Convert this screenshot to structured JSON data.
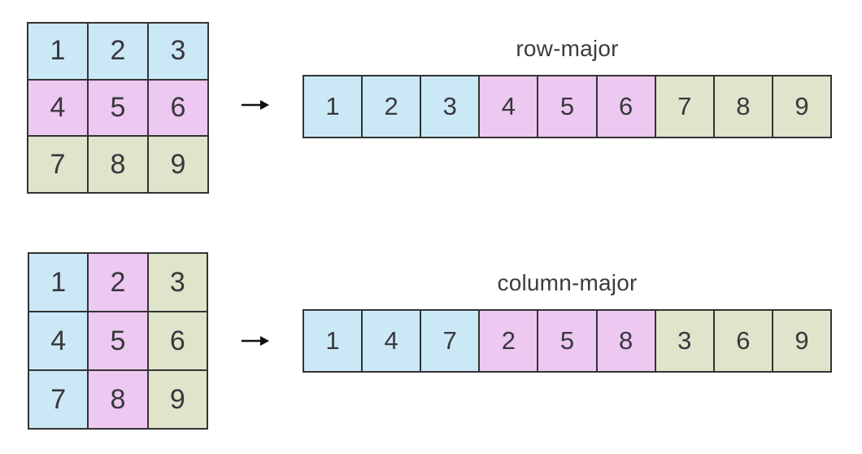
{
  "colors": {
    "blue": "#cbe8f7",
    "pink": "#edc8f1",
    "green": "#dfe4ca",
    "border": "#333333",
    "text": "#38383c",
    "arrow": "#111111",
    "background": "#ffffff"
  },
  "icons": {
    "right_arrow": "→"
  },
  "sections": [
    {
      "title": "row-major",
      "grid": {
        "rows": [
          [
            {
              "v": "1",
              "c": "blue"
            },
            {
              "v": "2",
              "c": "blue"
            },
            {
              "v": "3",
              "c": "blue"
            }
          ],
          [
            {
              "v": "4",
              "c": "pink"
            },
            {
              "v": "5",
              "c": "pink"
            },
            {
              "v": "6",
              "c": "pink"
            }
          ],
          [
            {
              "v": "7",
              "c": "green"
            },
            {
              "v": "8",
              "c": "green"
            },
            {
              "v": "9",
              "c": "green"
            }
          ]
        ]
      },
      "strip": [
        {
          "v": "1",
          "c": "blue"
        },
        {
          "v": "2",
          "c": "blue"
        },
        {
          "v": "3",
          "c": "blue"
        },
        {
          "v": "4",
          "c": "pink"
        },
        {
          "v": "5",
          "c": "pink"
        },
        {
          "v": "6",
          "c": "pink"
        },
        {
          "v": "7",
          "c": "green"
        },
        {
          "v": "8",
          "c": "green"
        },
        {
          "v": "9",
          "c": "green"
        }
      ]
    },
    {
      "title": "column-major",
      "grid": {
        "rows": [
          [
            {
              "v": "1",
              "c": "blue"
            },
            {
              "v": "2",
              "c": "pink"
            },
            {
              "v": "3",
              "c": "green"
            }
          ],
          [
            {
              "v": "4",
              "c": "blue"
            },
            {
              "v": "5",
              "c": "pink"
            },
            {
              "v": "6",
              "c": "green"
            }
          ],
          [
            {
              "v": "7",
              "c": "blue"
            },
            {
              "v": "8",
              "c": "pink"
            },
            {
              "v": "9",
              "c": "green"
            }
          ]
        ]
      },
      "strip": [
        {
          "v": "1",
          "c": "blue"
        },
        {
          "v": "4",
          "c": "blue"
        },
        {
          "v": "7",
          "c": "blue"
        },
        {
          "v": "2",
          "c": "pink"
        },
        {
          "v": "5",
          "c": "pink"
        },
        {
          "v": "8",
          "c": "pink"
        },
        {
          "v": "3",
          "c": "green"
        },
        {
          "v": "6",
          "c": "green"
        },
        {
          "v": "9",
          "c": "green"
        }
      ]
    }
  ]
}
